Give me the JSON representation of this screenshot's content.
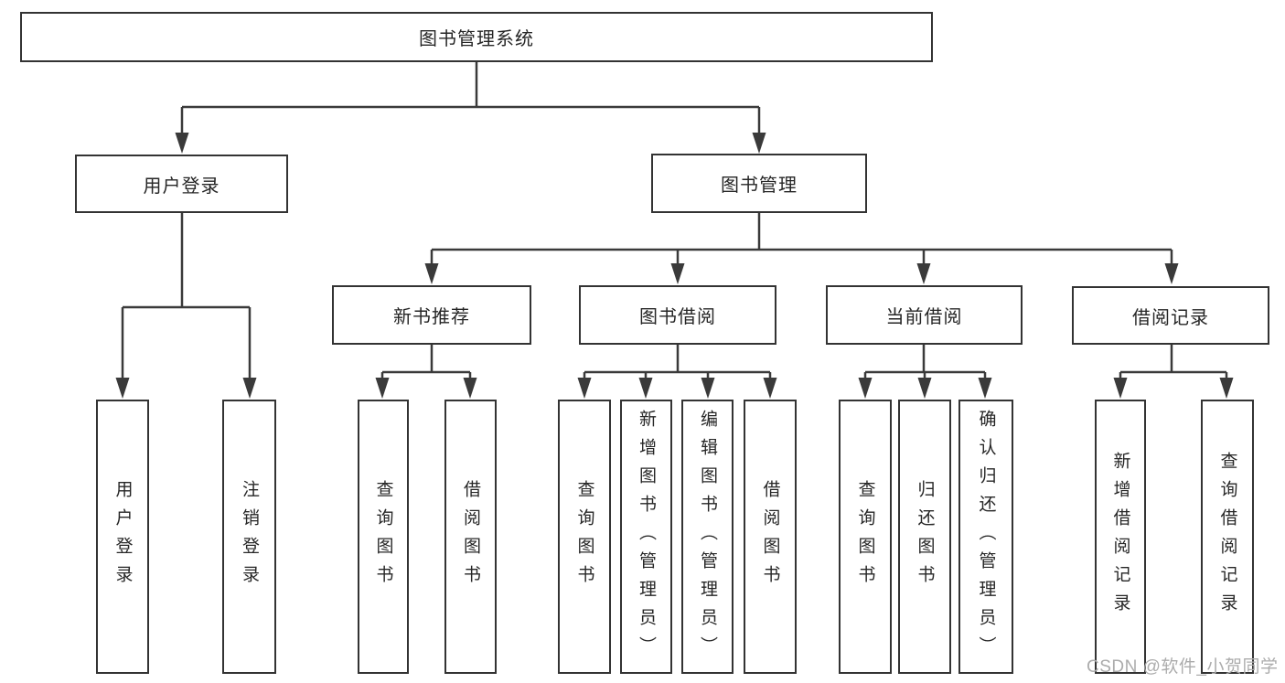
{
  "diagram_title": "图书管理系统",
  "colors": {
    "line": "#3a3a3a",
    "box_border": "#333333",
    "text": "#262626",
    "watermark": "#acacac",
    "background": "#ffffff"
  },
  "tree": {
    "label": "图书管理系统",
    "children": [
      {
        "label": "用户登录",
        "children": [
          {
            "label": "用户登录"
          },
          {
            "label": "注销登录"
          }
        ]
      },
      {
        "label": "图书管理",
        "children": [
          {
            "label": "新书推荐",
            "children": [
              {
                "label": "查询图书"
              },
              {
                "label": "借阅图书"
              }
            ]
          },
          {
            "label": "图书借阅",
            "children": [
              {
                "label": "查询图书"
              },
              {
                "label": "新增图书（管理员）"
              },
              {
                "label": "编辑图书（管理员）"
              },
              {
                "label": "借阅图书"
              }
            ]
          },
          {
            "label": "当前借阅",
            "children": [
              {
                "label": "查询图书"
              },
              {
                "label": "归还图书"
              },
              {
                "label": "确认归还（管理员）"
              }
            ]
          },
          {
            "label": "借阅记录",
            "children": [
              {
                "label": "新增借阅记录"
              },
              {
                "label": "查询借阅记录"
              }
            ]
          }
        ]
      }
    ]
  },
  "watermark": {
    "text": "CSDN @软件_小贺同学"
  }
}
